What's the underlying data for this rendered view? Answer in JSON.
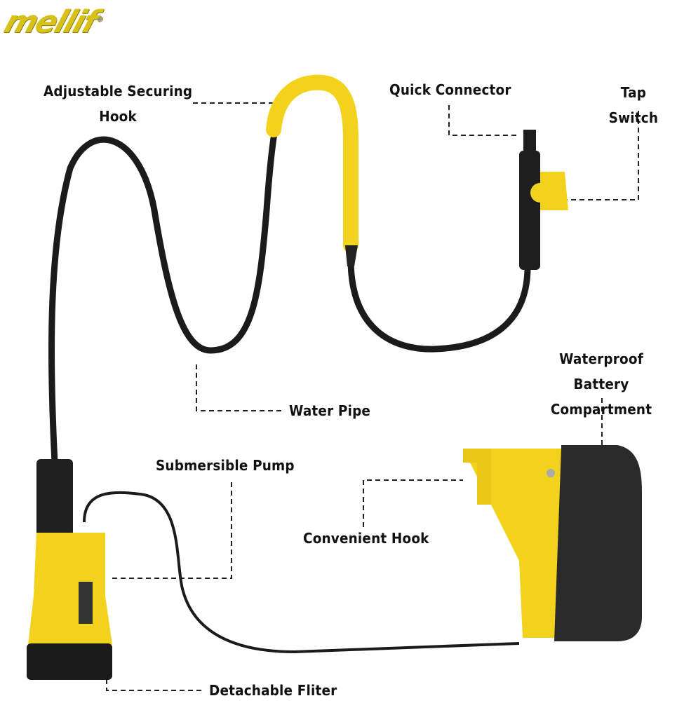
{
  "logo": {
    "text": "mellif",
    "mark": "®"
  },
  "labels": {
    "hook": [
      "Adjustable Securing",
      "Hook"
    ],
    "quick_connector": "Quick Connector",
    "tap_switch": "Tap Switch",
    "water_pipe": "Water Pipe",
    "battery": [
      "Waterproof Battery",
      "Compartment"
    ],
    "convenient_hook": "Convenient Hook",
    "pump": "Submersible Pump",
    "filter": "Detachable Fliter"
  },
  "colors": {
    "yellow": "#f2d21c",
    "black": "#1a1a1a",
    "gray": "#3a3a3a"
  }
}
